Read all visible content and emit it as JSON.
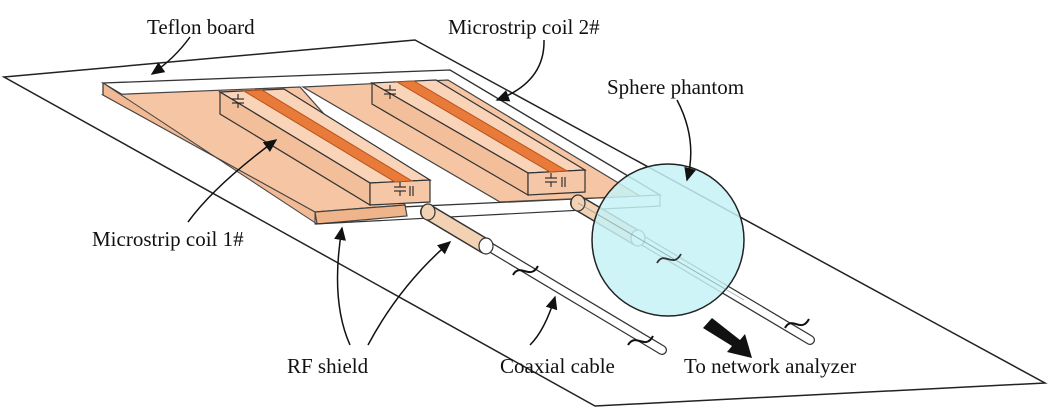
{
  "labels": {
    "teflon_board": "Teflon board",
    "coil_2": "Microstrip coil 2#",
    "sphere_phantom": "Sphere phantom",
    "coil_1": "Microstrip coil 1#",
    "rf_shield": "RF shield",
    "coaxial_cable": "Coaxial cable",
    "network_analyzer": "To network analyzer"
  },
  "colors": {
    "coil_plate": "#f6c6a4",
    "coil_strip": "#e87a3a",
    "rf_shield_tube": "#f3d2b4",
    "phantom": "#c6f2f6",
    "outline": "#222222"
  }
}
